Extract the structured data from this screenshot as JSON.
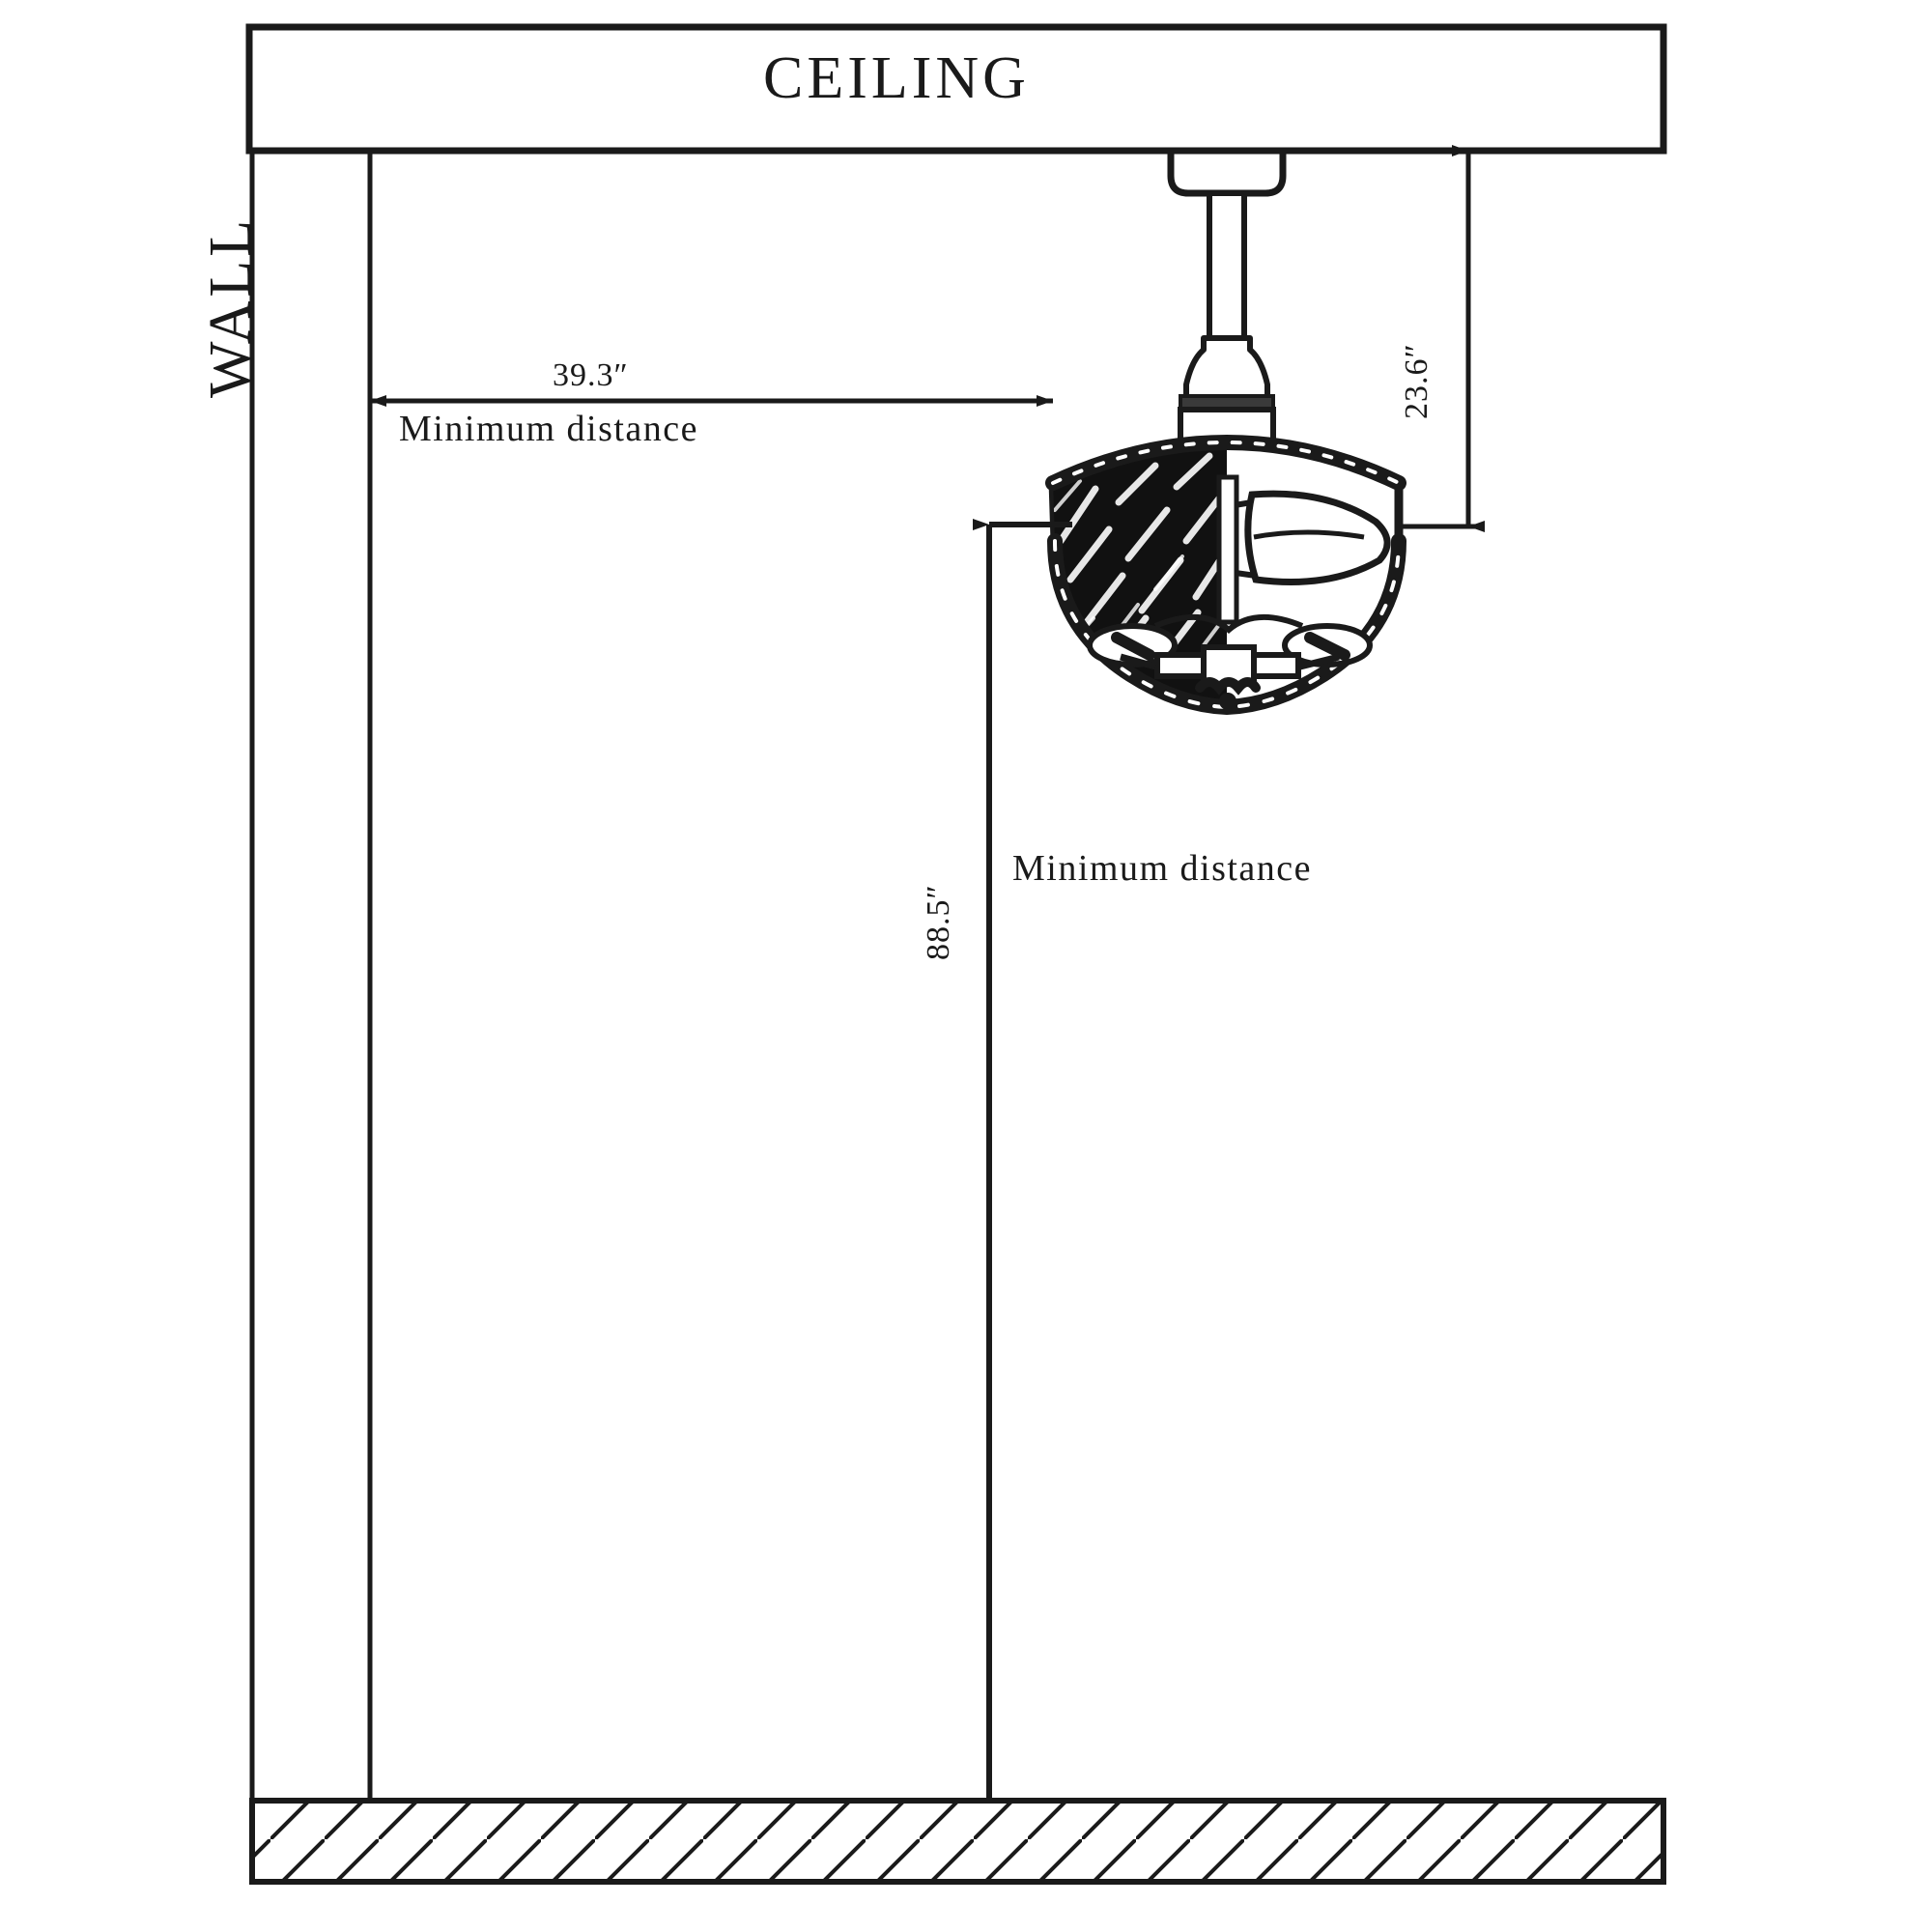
{
  "drawing": {
    "title_ceiling": "CEILING",
    "title_wall": "WALL",
    "colors": {
      "line": "#1a1a1a",
      "text": "#1a1a1a",
      "background": "#ffffff",
      "hatch": "#1a1a1a"
    }
  },
  "dimensions": {
    "horizontal": {
      "value": "39.3″",
      "note": "Minimum distance"
    },
    "vertical_drop": {
      "value": "23.6″"
    },
    "vertical_clearance": {
      "value": "88.5″",
      "note": "Minimum distance"
    }
  },
  "parts": {
    "ceiling_label": "CEILING",
    "wall_label": "WALL",
    "fan": "ceiling-fan-with-crystal-cage",
    "floor": "hatched-floor-section"
  }
}
